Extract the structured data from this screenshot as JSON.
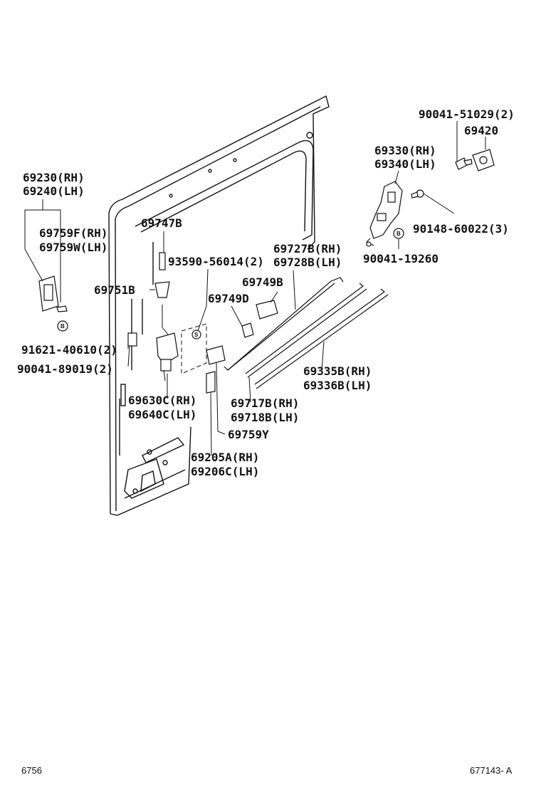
{
  "labels": {
    "p1": "90041-51029(2)",
    "p2": "69420",
    "p3": "69330(RH)",
    "p4": "69340(LH)",
    "p5": "90148-60022(3)",
    "p6": "90041-19260",
    "p7": "69230(RH)",
    "p8": "69240(LH)",
    "p9": "69759F(RH)",
    "p10": "69759W(LH)",
    "p11": "69747B",
    "p12": "93590-56014(2)",
    "p13": "69727B(RH)",
    "p14": "69728B(LH)",
    "p15": "69749B",
    "p16": "69751B",
    "p17": "69749D",
    "p18": "91621-40610(2)",
    "p19": "90041-89019(2)",
    "p20": "69335B(RH)",
    "p21": "69336B(LH)",
    "p22": "69630C(RH)",
    "p23": "69640C(LH)",
    "p24": "69717B(RH)",
    "p25": "69718B(LH)",
    "p26": "69759Y",
    "p27": "69205A(RH)",
    "p28": "69206C(LH)"
  },
  "markers": {
    "b": "B",
    "s": "S"
  },
  "footer": {
    "left": "6756",
    "right": "677143- A"
  }
}
